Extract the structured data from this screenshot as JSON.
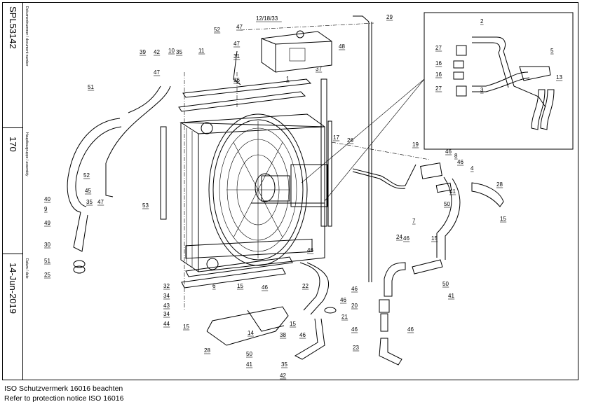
{
  "title_block": {
    "doc_number_label": "Dokumentnummer / document number",
    "doc_number": "SPL53142",
    "assembly_label": "Hauptbaugruppe / assembly",
    "assembly": "170",
    "date_label": "Datum / date",
    "date": "14-Jun-2019"
  },
  "notice": {
    "line1": "ISO Schutzvermerk 16016 beachten",
    "line2": "Refer to protection notice ISO 16016"
  },
  "callouts": [
    "1",
    "2",
    "3",
    "4",
    "5",
    "6",
    "7",
    "8",
    "9",
    "10",
    "11",
    "12/18/33",
    "13",
    "14",
    "15",
    "16",
    "17",
    "19",
    "20",
    "21",
    "22",
    "23",
    "24",
    "25",
    "26",
    "27",
    "28",
    "29",
    "30",
    "31",
    "32",
    "34",
    "35",
    "36",
    "37",
    "38",
    "39",
    "40",
    "41",
    "42",
    "43",
    "44",
    "45",
    "46",
    "47",
    "48",
    "49",
    "50",
    "51",
    "52",
    "53"
  ]
}
